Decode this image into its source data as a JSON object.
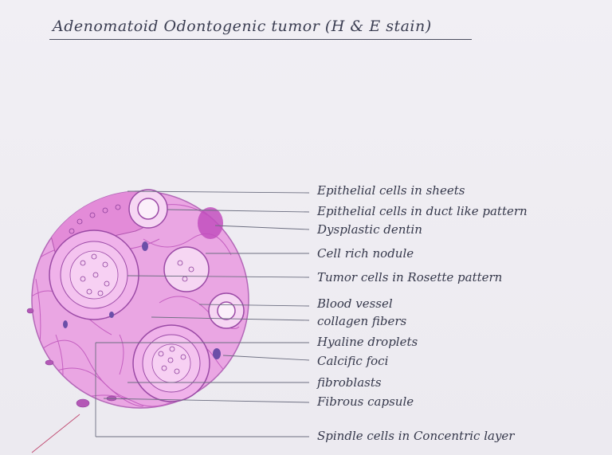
{
  "title": "Adenomatoid Odontogenic tumor (H & E stain)",
  "labels": [
    "Epithelial cells in sheets",
    "Epithelial cells in duct like pattern",
    "Dysplastic dentin",
    "Cell rich nodule",
    "Tumor cells in Rosette pattern",
    "Blood vessel",
    "collagen fibers",
    "Hyaline droplets",
    "Calcific foci",
    "fibroblasts",
    "Fibrous capsule",
    "Spindle cells in Concentric layer"
  ],
  "colors": {
    "tissue": "#e79ee0",
    "stroma_line": "#c45fc0",
    "cell_nucleus": "#8b3d9a",
    "dark_spot": "#6b4fa8",
    "leader": "#6c6e80"
  }
}
